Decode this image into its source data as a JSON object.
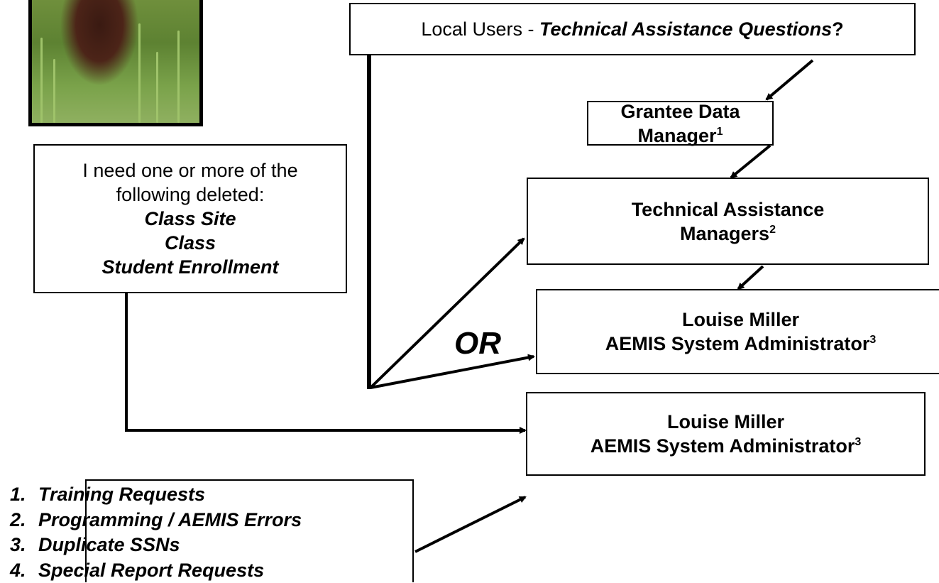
{
  "local_users": {
    "prefix": "Local Users - ",
    "emphasis": "Technical Assistance Questions",
    "suffix": "?"
  },
  "grantee": {
    "label": "Grantee Data Manager",
    "sup": "1"
  },
  "ta_managers": {
    "line1": "Technical Assistance",
    "line2": "Managers",
    "sup": "2"
  },
  "admin_or": {
    "name": "Louise Miller",
    "title": "AEMIS System Administrator",
    "sup": "3"
  },
  "admin_main": {
    "name": "Louise Miller",
    "title": "AEMIS System Administrator",
    "sup": "3"
  },
  "delete_request": {
    "line1": "I need one or more of the",
    "line2": "following deleted:",
    "items": [
      "Class Site",
      "Class",
      "Student Enrollment"
    ]
  },
  "or_label": "OR",
  "requests": [
    {
      "num": "1.",
      "label": "Training Requests"
    },
    {
      "num": "2.",
      "label": "Programming / AEMIS Errors"
    },
    {
      "num": "3.",
      "label": "Duplicate SSNs"
    },
    {
      "num": "4.",
      "label": "Special Report Requests"
    }
  ]
}
